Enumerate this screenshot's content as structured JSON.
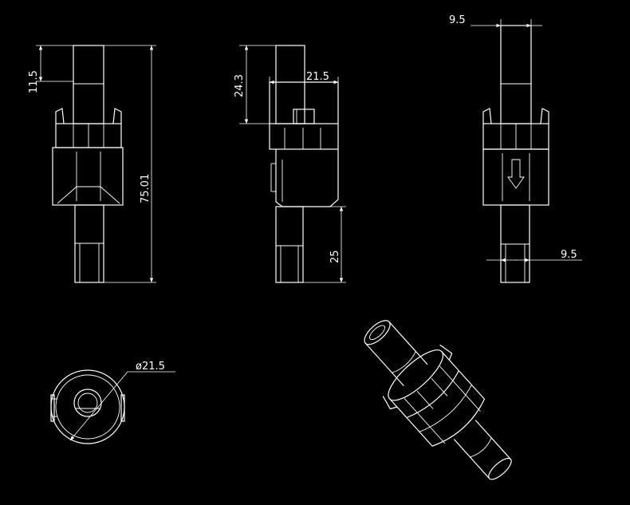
{
  "drawing": {
    "background": "#000000",
    "stroke": "#ffffff",
    "dims": {
      "d1": "11.5",
      "d2": "75.01",
      "d3": "24.3",
      "d4": "21.5",
      "d5": "25",
      "d6": "9.5",
      "d7": "9.5",
      "d8": "ø21.5"
    }
  }
}
